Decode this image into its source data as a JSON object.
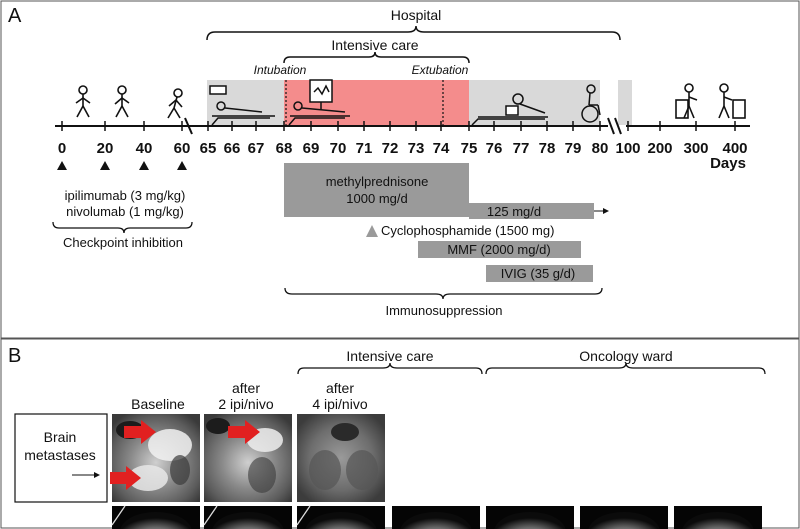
{
  "panel_a": {
    "letter": "A",
    "hospital_label": "Hospital",
    "intensive_care_label": "Intensive care",
    "intubation_label": "Intubation",
    "extubation_label": "Extubation",
    "axis_ticks": [
      "0",
      "20",
      "40",
      "60",
      "65",
      "66",
      "67",
      "68",
      "69",
      "70",
      "71",
      "72",
      "73",
      "74",
      "75",
      "76",
      "77",
      "78",
      "79",
      "80",
      "100",
      "200",
      "300",
      "400"
    ],
    "axis_unit": "Days",
    "checkpoint_drugs": [
      "ipilimumab (3 mg/kg)",
      "nivolumab (1 mg/kg)"
    ],
    "checkpoint_label": "Checkpoint inhibition",
    "treatment_bars": [
      {
        "label_line1": "methylprednisone",
        "label_line2": "1000 mg/d"
      },
      {
        "label_line1": "125 mg/d"
      },
      {
        "label_line1": "Cyclophosphamide (1500 mg)"
      },
      {
        "label_line1": "MMF (2000 mg/d)"
      },
      {
        "label_line1": "IVIG (35 g/d)"
      }
    ],
    "immunosuppression_label": "Immunosuppression",
    "colors": {
      "icu": "#f48c8c",
      "hospital": "#d9d9d9",
      "treatment": "#9a9a9a"
    }
  },
  "panel_b": {
    "letter": "B",
    "intensive_care_label": "Intensive care",
    "oncology_label": "Oncology ward",
    "col_labels": {
      "baseline": "Baseline",
      "after2_line1": "after",
      "after2_line2": "2 ipi/nivo",
      "after4_line1": "after",
      "after4_line2": "4 ipi/nivo"
    },
    "row_label_line1": "Brain",
    "row_label_line2": "metastases"
  }
}
